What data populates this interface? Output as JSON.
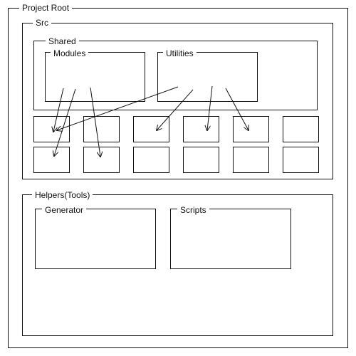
{
  "diagram": {
    "root": {
      "label": "Project Root"
    },
    "src": {
      "label": "Src"
    },
    "shared": {
      "label": "Shared"
    },
    "modules": {
      "label": "Modules"
    },
    "utilities": {
      "label": "Utilities"
    },
    "helpers": {
      "label": "Helpers(Tools)"
    },
    "generator": {
      "label": "Generator"
    },
    "scripts": {
      "label": "Scripts"
    },
    "line_color": "#111111",
    "background_color": "#ffffff"
  }
}
